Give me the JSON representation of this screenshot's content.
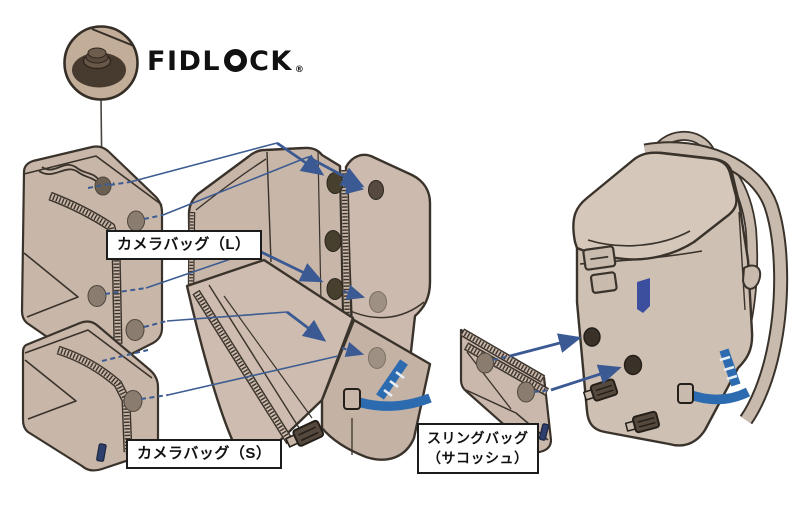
{
  "logo": {
    "part1": "FIDL",
    "part2": "CK",
    "reg": "®"
  },
  "labels": {
    "camera_bag_l": "カメラバッグ（L）",
    "camera_bag_s": "カメラバッグ（S）",
    "sling_line1": "スリングバッグ",
    "sling_line2": "（サコッシュ）"
  },
  "diagram": {
    "description_items": [
      {
        "name": "fidlock-magnet-detail-inset"
      },
      {
        "name": "camera-bag-large",
        "label": "カメラバッグ（L）",
        "visible_fasteners": 5
      },
      {
        "name": "camera-bag-small",
        "label": "カメラバッグ（S）",
        "visible_fasteners": 1
      },
      {
        "name": "open-backpack-interior",
        "visible_fasteners": 7
      },
      {
        "name": "sling-bag",
        "label": "スリングバッグ（サコッシュ）",
        "visible_fasteners": 2
      },
      {
        "name": "closed-backpack-exterior",
        "visible_fasteners": 2
      }
    ]
  },
  "colors": {
    "background": "#ffffff",
    "fabric": "#c8b6a9",
    "fabric_light": "#d5c7ba",
    "fabric_shadow": "#bcab9e",
    "outline": "#3a332b",
    "magnet_dark": "#48402f",
    "magnet_mid": "#8a7d70",
    "magnet_light": "#9e9184",
    "arrow_navy": "#3d5c92",
    "strap_blue": "#2d6bb0",
    "patch_blue": "#3c4f9e",
    "tab_red": "#b5372f",
    "tab_navy": "#2e3f6e",
    "logo_black": "#111111"
  }
}
